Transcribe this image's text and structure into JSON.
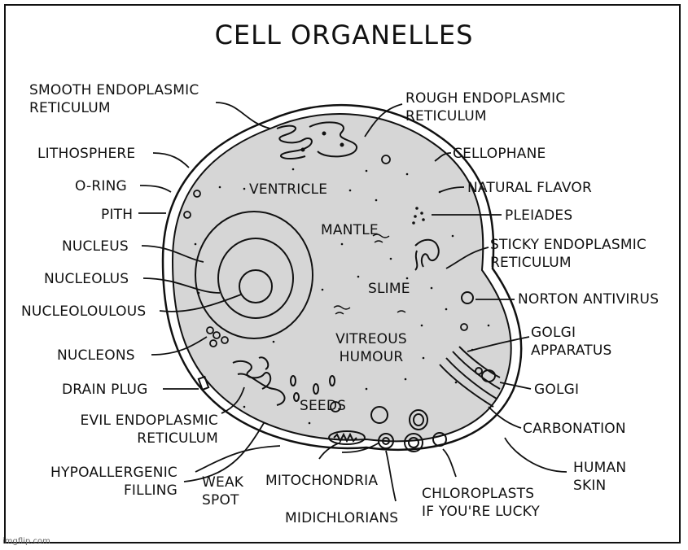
{
  "title": "CELL ORGANELLES",
  "watermark": "imgflip.com",
  "labels": {
    "smooth_er": "SMOOTH ENDOPLASMIC\nRETICULUM",
    "rough_er": "ROUGH ENDOPLASMIC\nRETICULUM",
    "lithosphere": "LITHOSPHERE",
    "cellophane": "CELLOPHANE",
    "o_ring": "O-RING",
    "natural_flavor": "NATURAL FLAVOR",
    "pith": "PITH",
    "pleiades": "PLEIADES",
    "nucleus": "NUCLEUS",
    "sticky_er": "STICKY ENDOPLASMIC\nRETICULUM",
    "nucleolus": "NUCLEOLUS",
    "norton": "NORTON ANTIVIRUS",
    "nucleoloulous": "NUCLEOLOULOUS",
    "golgi_apparatus": "GOLGI\nAPPARATUS",
    "nucleons": "NUCLEONS",
    "golgi": "GOLGI",
    "drain_plug": "DRAIN PLUG",
    "evil_er": "EVIL ENDOPLASMIC\nRETICULUM",
    "carbonation": "CARBONATION",
    "hypoallergenic": "HYPOALLERGENIC\nFILLING",
    "weak_spot": "WEAK\nSPOT",
    "mitochondria": "MITOCHONDRIA",
    "chloroplasts": "CHLOROPLASTS\nIF YOU'RE LUCKY",
    "human_skin": "HUMAN\nSKIN",
    "midichlorians": "MIDICHLORIANS"
  },
  "interior": {
    "ventricle": "VENTRICLE",
    "mantle": "MANTLE",
    "slime": "SLIME",
    "vitreous": "VITREOUS\nHUMOUR",
    "seeds": "SEEDS"
  },
  "colors": {
    "ink": "#111111",
    "cytoplasm": "#d6d6d6",
    "background": "#ffffff"
  }
}
